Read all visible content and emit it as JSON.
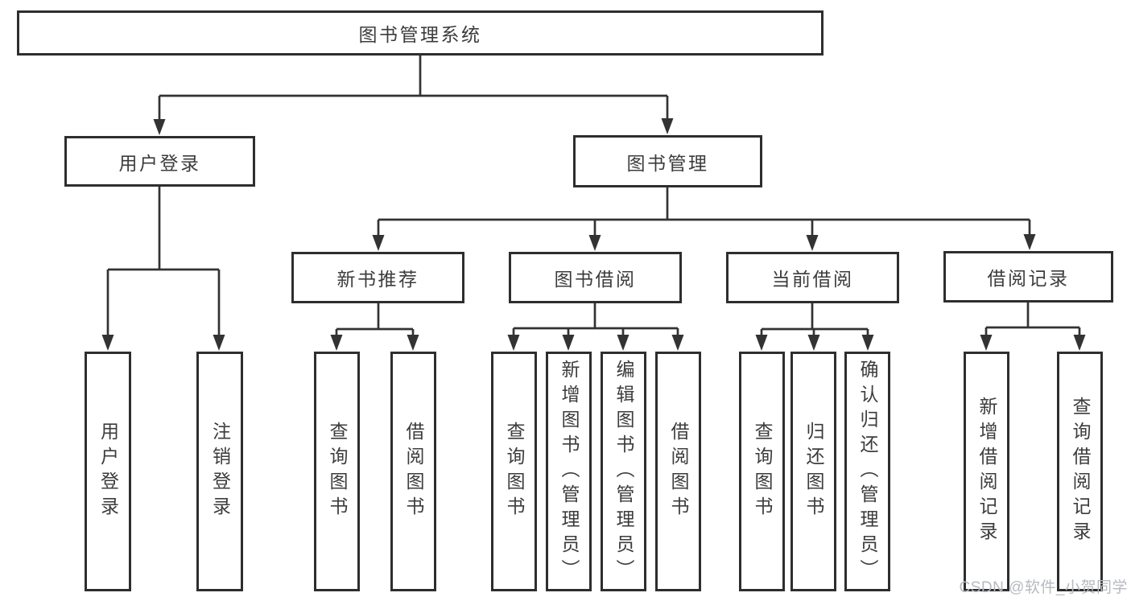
{
  "tree": {
    "root": {
      "label": "图书管理系统",
      "children": {
        "user_login": {
          "label": "用户登录",
          "children": {
            "login": {
              "label": "用户登录"
            },
            "logout": {
              "label": "注销登录"
            }
          }
        },
        "book_mgmt": {
          "label": "图书管理",
          "children": {
            "new_book": {
              "label": "新书推荐",
              "children": {
                "query_book": {
                  "label": "查询图书"
                },
                "borrow_book": {
                  "label": "借阅图书"
                }
              }
            },
            "book_borrow": {
              "label": "图书借阅",
              "children": {
                "query_book": {
                  "label": "查询图书"
                },
                "add_book": {
                  "label": "新增图书（管理员）"
                },
                "edit_book": {
                  "label": "编辑图书（管理员）"
                },
                "borrow_book": {
                  "label": "借阅图书"
                }
              }
            },
            "current_borrow": {
              "label": "当前借阅",
              "children": {
                "query_book": {
                  "label": "查询图书"
                },
                "return_book": {
                  "label": "归还图书"
                },
                "confirm_return": {
                  "label": "确认归还（管理员）"
                }
              }
            },
            "borrow_record": {
              "label": "借阅记录",
              "children": {
                "add_record": {
                  "label": "新增借阅记录"
                },
                "query_record": {
                  "label": "查询借阅记录"
                }
              }
            }
          }
        }
      }
    }
  },
  "watermark": "CSDN @软件_小贺同学",
  "colors": {
    "line": "#333333",
    "box_border": "#2e2e2e",
    "text": "#3c3c3c",
    "background": "#ffffff",
    "watermark": "#b6bac0"
  }
}
